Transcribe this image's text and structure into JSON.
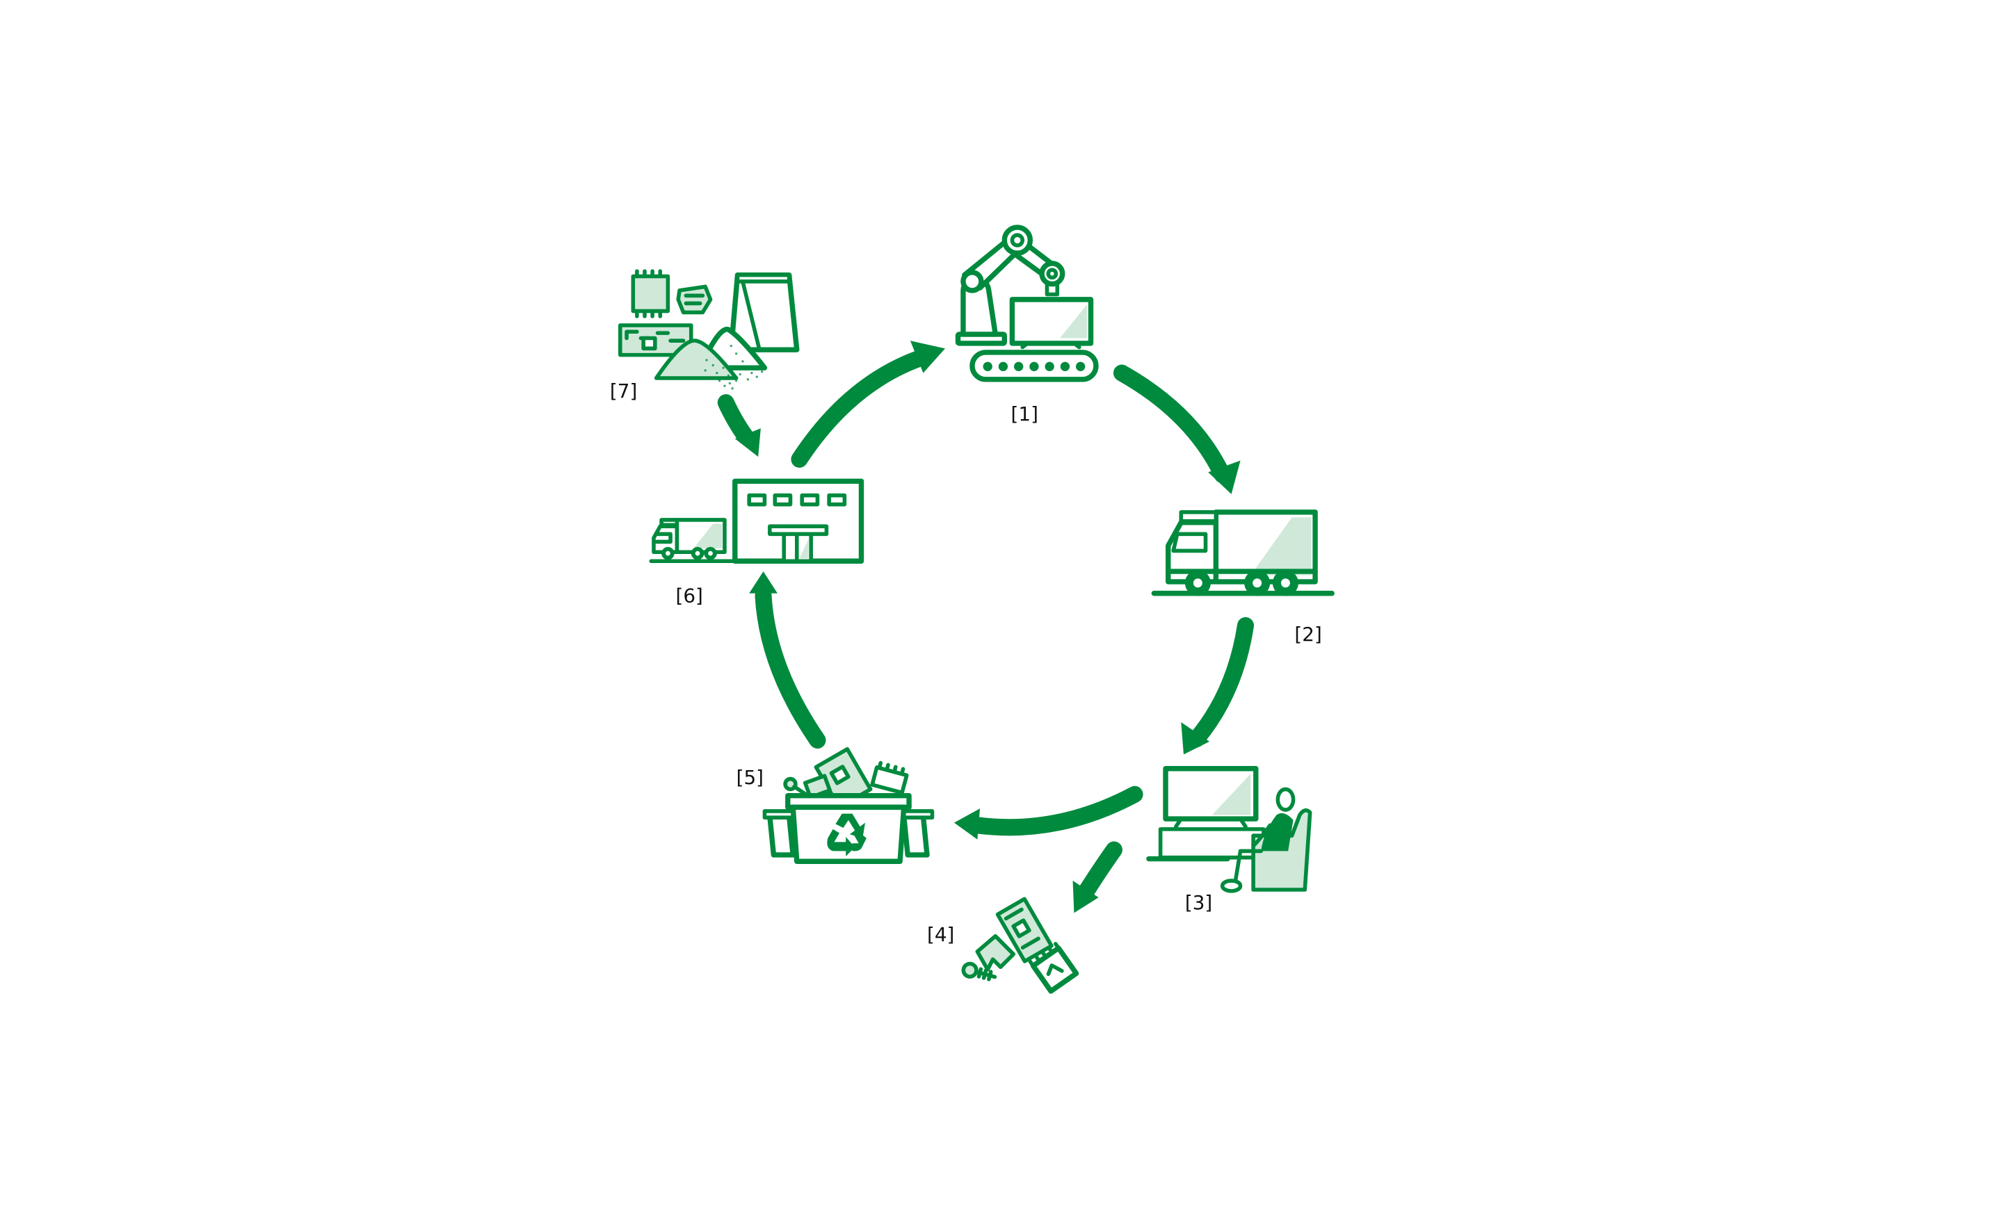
{
  "colors": {
    "accent": "#008a3e",
    "accent_light": "#cfe8d8",
    "label": "#111111"
  },
  "stages": [
    {
      "id": "stage-1",
      "label": "[1]",
      "icon": "robot-arm-factory-icon"
    },
    {
      "id": "stage-2",
      "label": "[2]",
      "icon": "delivery-truck-icon"
    },
    {
      "id": "stage-3",
      "label": "[3]",
      "icon": "person-watching-tv-icon"
    },
    {
      "id": "stage-4",
      "label": "[4]",
      "icon": "discarded-parts-icon"
    },
    {
      "id": "stage-5",
      "label": "[5]",
      "icon": "recycling-bin-icon"
    },
    {
      "id": "stage-6",
      "label": "[6]",
      "icon": "recycling-plant-icon"
    },
    {
      "id": "stage-7",
      "label": "[7]",
      "icon": "recovered-materials-icon"
    }
  ],
  "flows": [
    {
      "from": "stage-1",
      "to": "stage-2"
    },
    {
      "from": "stage-2",
      "to": "stage-3"
    },
    {
      "from": "stage-3",
      "to": "stage-5"
    },
    {
      "from": "stage-3",
      "to": "stage-4"
    },
    {
      "from": "stage-5",
      "to": "stage-6"
    },
    {
      "from": "stage-6",
      "to": "stage-1"
    },
    {
      "from": "stage-7",
      "to": "stage-6"
    }
  ]
}
